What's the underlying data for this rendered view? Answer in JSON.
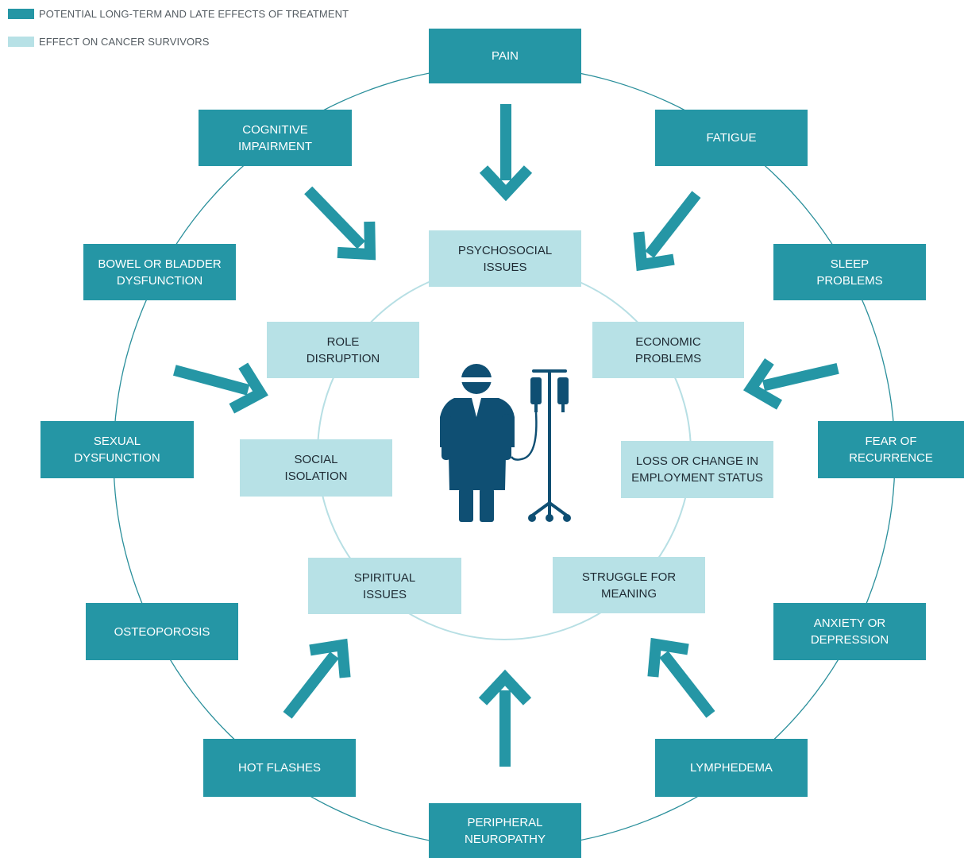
{
  "colors": {
    "dark_box": "#2596a5",
    "light_box": "#b7e1e6",
    "outer_ring": "#2a8f9b",
    "inner_ring": "#b7dfe4",
    "arrow": "#2596a5",
    "figure": "#0f4f73"
  },
  "legend": {
    "dark_label": "POTENTIAL LONG-TERM AND LATE EFFECTS OF TREATMENT",
    "light_label": "EFFECT ON CANCER SURVIVORS"
  },
  "late_effects": {
    "pain": "PAIN",
    "fatigue": "FATIGUE",
    "sleep": "SLEEP\nPROBLEMS",
    "fear": "FEAR OF\nRECURRENCE",
    "anxiety": "ANXIETY OR\nDEPRESSION",
    "lymphedema": "LYMPHEDEMA",
    "neuropathy": "PERIPHERAL\nNEUROPATHY",
    "hot_flashes": "HOT FLASHES",
    "osteoporosis": "OSTEOPOROSIS",
    "sexual": "SEXUAL\nDYSFUNCTION",
    "bowel": "BOWEL OR BLADDER\nDYSFUNCTION",
    "cognitive": "COGNITIVE\nIMPAIRMENT"
  },
  "survivor_effects": {
    "psychosocial": "PSYCHOSOCIAL\nISSUES",
    "economic": "ECONOMIC\nPROBLEMS",
    "employment": "LOSS OR CHANGE IN\nEMPLOYMENT STATUS",
    "meaning": "STRUGGLE FOR\nMEANING",
    "spiritual": "SPIRITUAL\nISSUES",
    "isolation": "SOCIAL\nISOLATION",
    "role": "ROLE\nDISRUPTION"
  },
  "icons": {
    "center": "patient-with-iv-pole-icon",
    "arrows": "arrow-icon"
  }
}
